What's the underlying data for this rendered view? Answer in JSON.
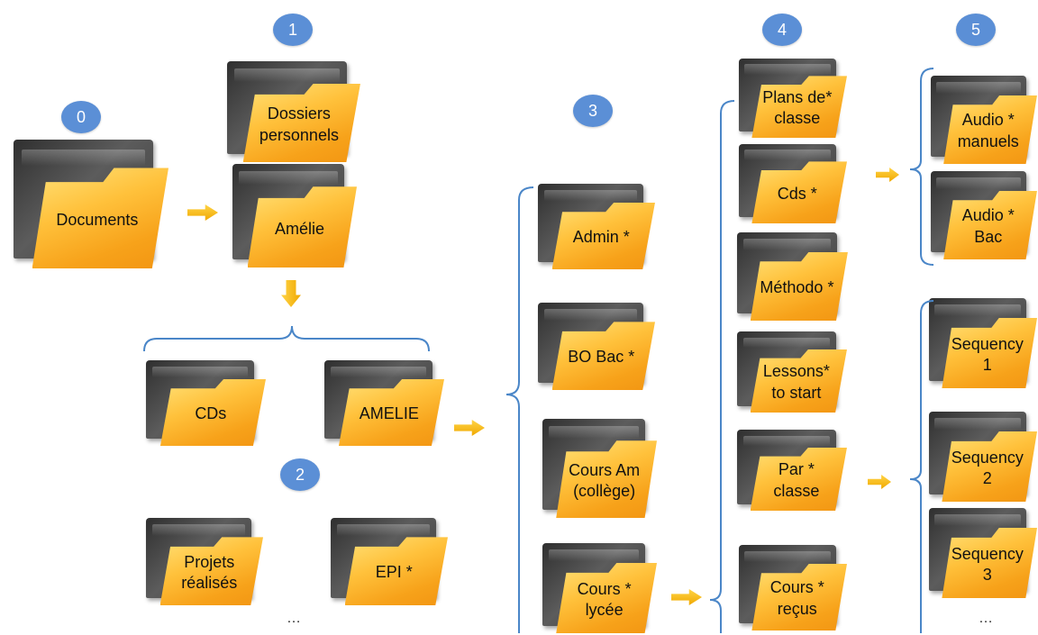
{
  "badges": {
    "b0": "0",
    "b1": "1",
    "b2": "2",
    "b3": "3",
    "b4": "4",
    "b5": "5"
  },
  "folders": {
    "documents": "Documents",
    "dossiers": "Dossiers\npersonnels",
    "amelie": "Amélie",
    "cds": "CDs",
    "amelie_caps": "AMELIE",
    "projets": "Projets\nréalisés",
    "epi": "EPI *",
    "admin": "Admin *",
    "bo_bac": "BO Bac *",
    "cours_am": "Cours Am\n(collège)",
    "cours_lycee": "Cours *\nlycée",
    "plans": "Plans de*\nclasse",
    "cds2": "Cds *",
    "methodo": "Méthodo *",
    "lessons": "Lessons*\nto start",
    "par_classe": "Par *\nclasse",
    "cours_recus": "Cours *\nreçus",
    "audio_manuels": "Audio *\nmanuels",
    "audio_bac": "Audio *\nBac",
    "seq1": "Sequency\n1",
    "seq2": "Sequency\n2",
    "seq3": "Sequency\n3"
  },
  "ellipsis": {
    "level2": "…",
    "level5": "…"
  },
  "colors": {
    "badge": "#5b8fd6",
    "bracket": "#4a86c8",
    "arrow": "#f5b400",
    "folder_front": "#ffc13b",
    "folder_back": "#3a3a3a"
  },
  "icons": {
    "folder": "folder-icon",
    "arrow": "arrow-right-icon",
    "arrow_down": "arrow-down-icon"
  }
}
